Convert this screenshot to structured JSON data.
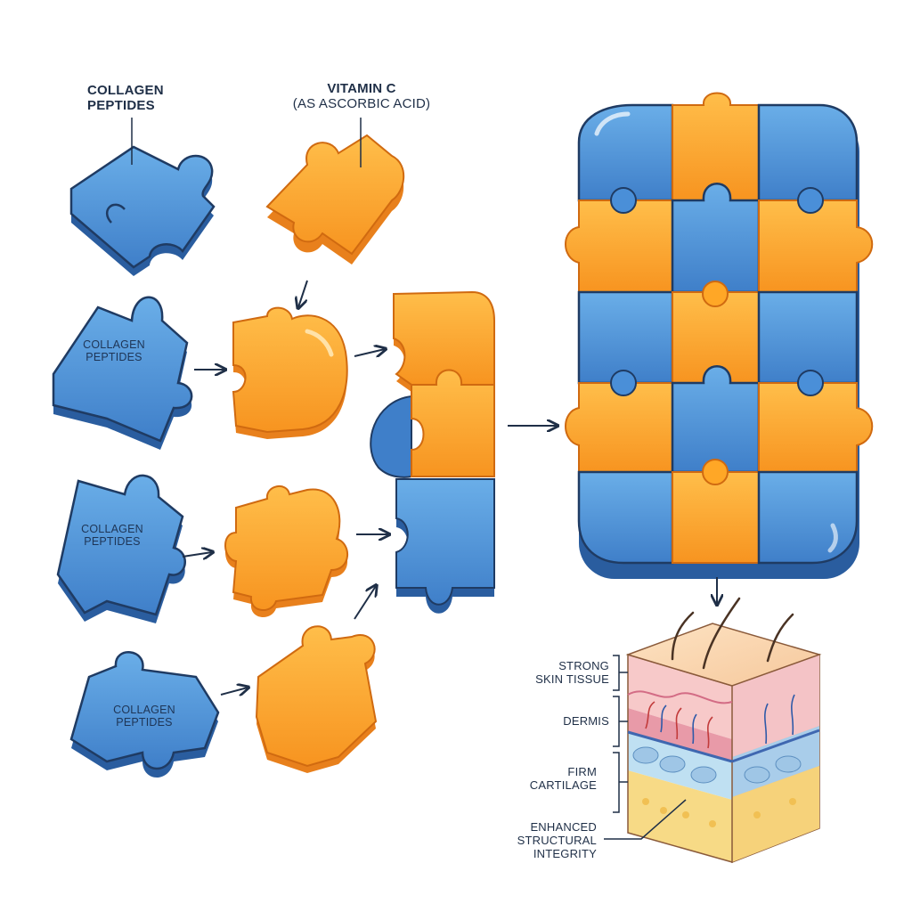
{
  "labels": {
    "collagen_top": [
      "COLLAGEN",
      "PEPTIDES"
    ],
    "vitamin_c": [
      "VITAMIN C",
      "(AS ASCORBIC ACID)"
    ],
    "collagen_inner": [
      "COLLAGEN",
      "PEPTIDES"
    ],
    "skin": {
      "strong": [
        "STRONG",
        "SKIN TISSUE"
      ],
      "dermis": "DERMIS",
      "cartilage": [
        "FIRM",
        "CARTILAGE"
      ],
      "integrity": [
        "ENHANCED",
        "STRUCTURAL",
        "INTEGRITY"
      ]
    }
  },
  "colors": {
    "blue": "#4a8fd8",
    "blue_dark": "#2a5d9f",
    "orange": "#ffa726",
    "orange_dark": "#e8801c",
    "outline": "#1f3b63",
    "arrow": "#1f2f47"
  }
}
